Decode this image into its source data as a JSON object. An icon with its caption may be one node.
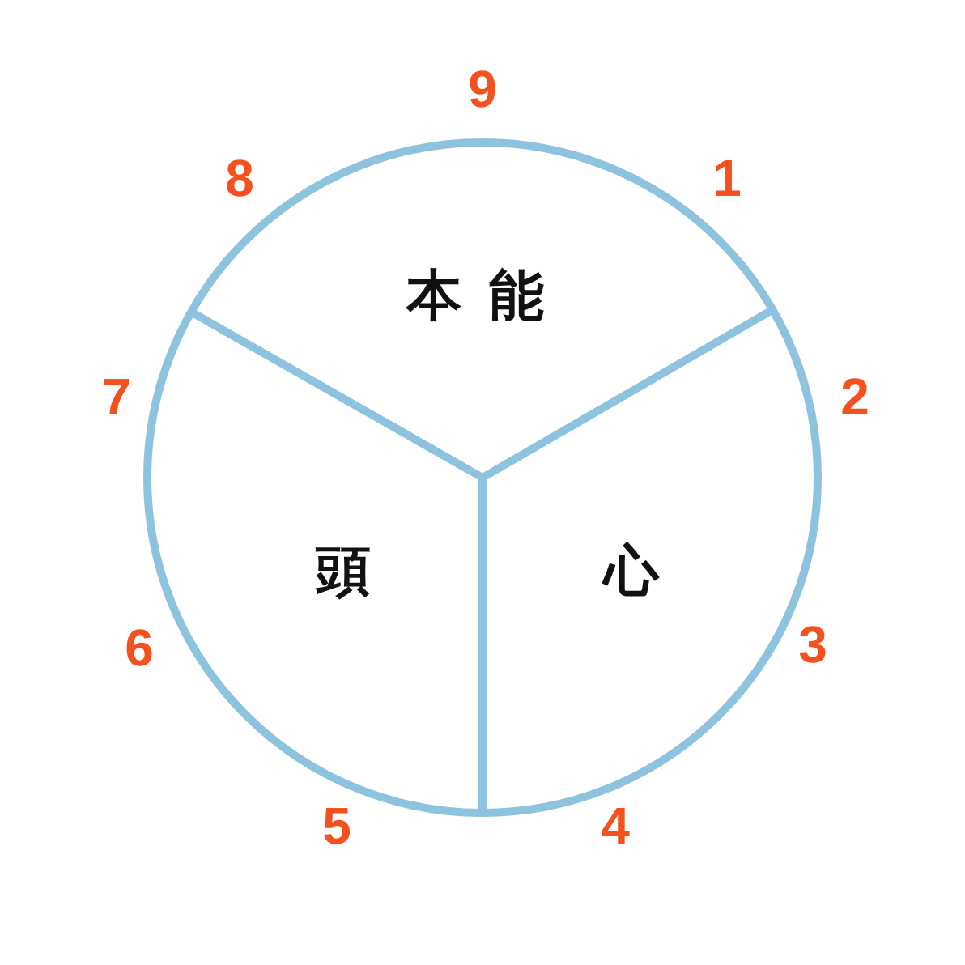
{
  "diagram": {
    "nodes": [
      {
        "text": [
          "本能"
        ]
      },
      {
        "text": [
          "頭"
        ]
      },
      {
        "text": [
          "心"
        ]
      }
    ],
    "edges": [],
    "labels": [
      "9",
      "8",
      "1",
      "7",
      "2",
      "6",
      "3",
      "5",
      "4"
    ]
  }
}
